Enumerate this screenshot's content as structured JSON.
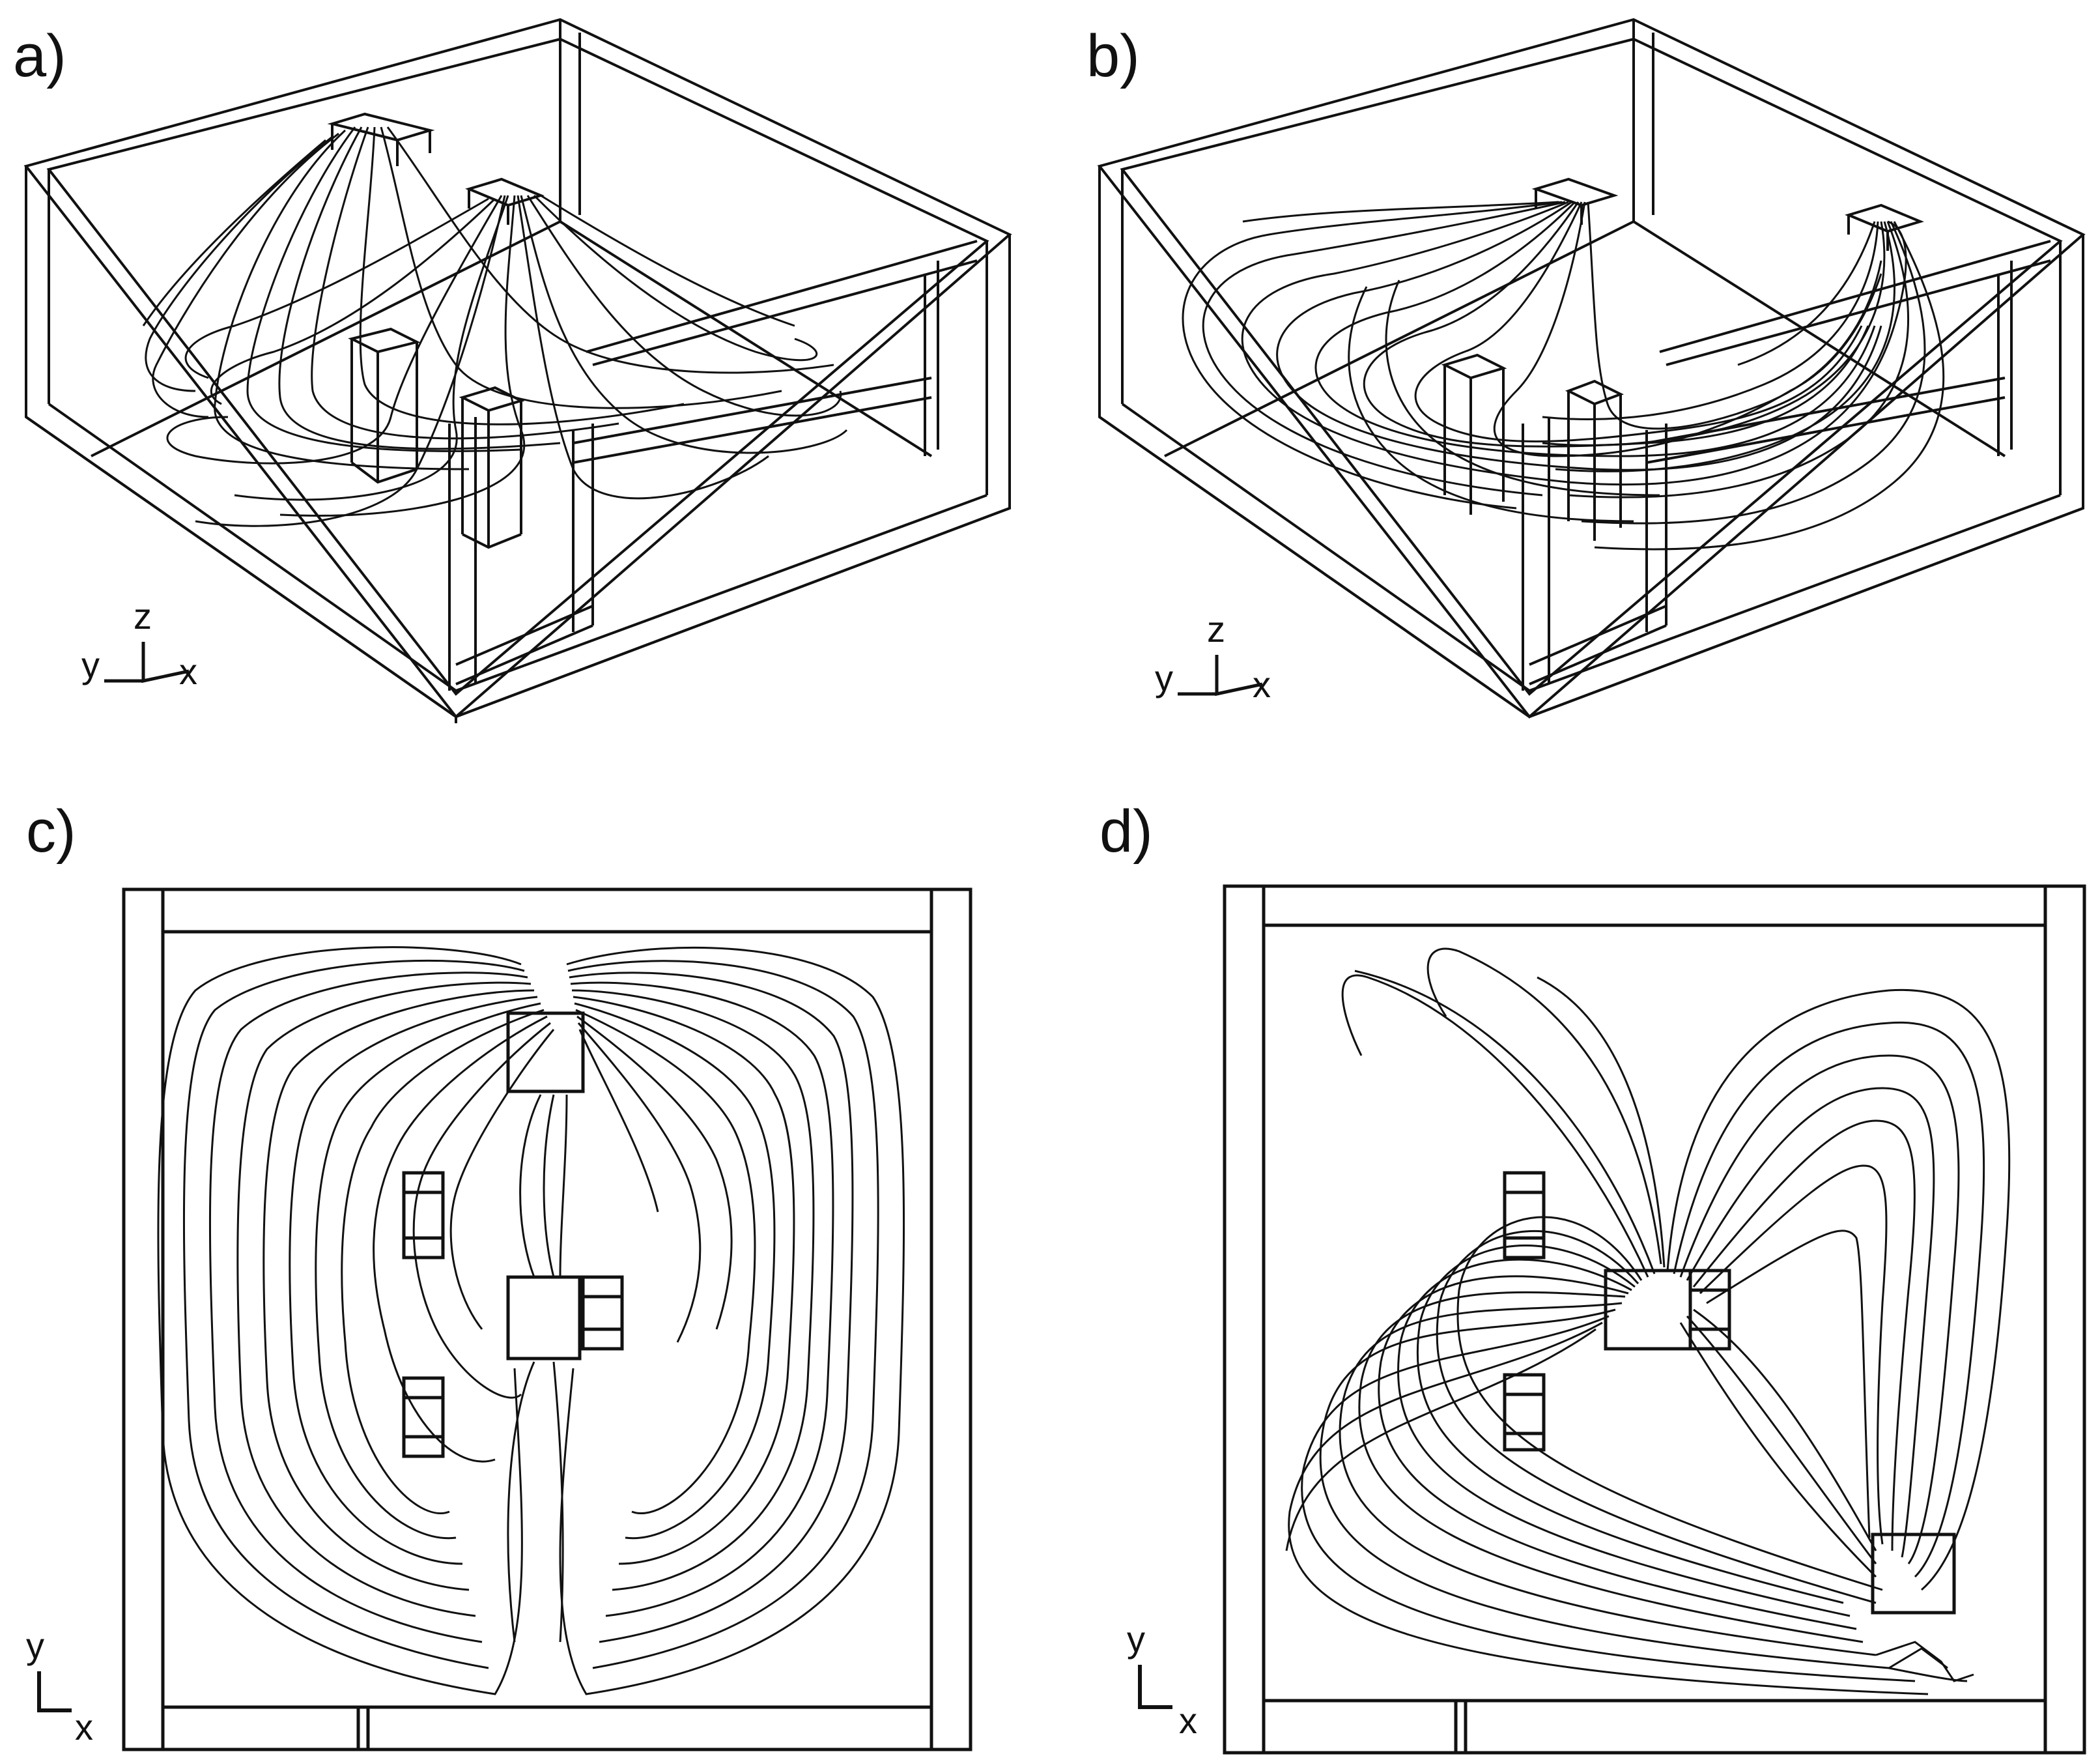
{
  "panels": [
    {
      "id": "a",
      "label": "a)",
      "view": "isometric",
      "axes": {
        "vertical": "z",
        "left": "y",
        "right": "x"
      }
    },
    {
      "id": "b",
      "label": "b)",
      "view": "isometric",
      "axes": {
        "vertical": "z",
        "left": "y",
        "right": "x"
      }
    },
    {
      "id": "c",
      "label": "c)",
      "view": "top",
      "axes": {
        "vertical": "y",
        "horizontal": "x"
      }
    },
    {
      "id": "d",
      "label": "d)",
      "view": "top",
      "axes": {
        "vertical": "y",
        "horizontal": "x"
      }
    }
  ],
  "colors": {
    "stroke": "#111111",
    "background": "#ffffff"
  }
}
